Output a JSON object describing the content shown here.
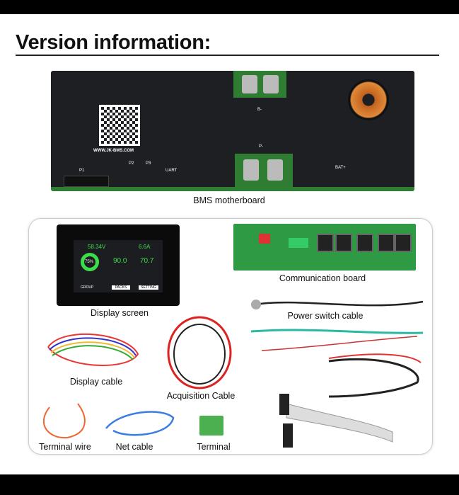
{
  "title": "Version information:",
  "board": {
    "label": "BMS motherboard",
    "website": "WWW.JK-BMS.COM",
    "silk": [
      "P1",
      "P2",
      "P3",
      "UART",
      "B-",
      "P-",
      "BAT+"
    ]
  },
  "display": {
    "voltage": "58.34V",
    "current": "6.6A",
    "soc": "75%",
    "remain": "90.0",
    "full": "70.7",
    "tabs": [
      "GROUP",
      "PACKS",
      "SETTING"
    ]
  },
  "items": [
    {
      "label": "Display screen"
    },
    {
      "label": "Communication board"
    },
    {
      "label": "Power switch cable"
    },
    {
      "label": "Display cable"
    },
    {
      "label": "Acquisition Cable"
    },
    {
      "label": "Terminal wire"
    },
    {
      "label": "Net cable"
    },
    {
      "label": "Terminal"
    }
  ]
}
